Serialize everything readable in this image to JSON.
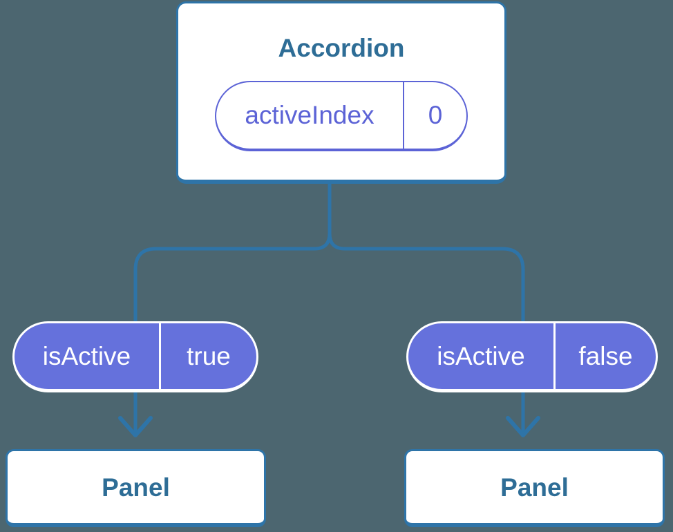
{
  "colors": {
    "background": "#4C6670",
    "connector_line": "#2E74A8",
    "box_border": "#2E74A8",
    "box_fill": "#FFFFFF",
    "box_title_text": "#2E6D96",
    "state_pill_purple": "#5C63D6",
    "prop_pill_fill": "#6571DC",
    "prop_pill_text": "#FFFFFF"
  },
  "accordion": {
    "title": "Accordion",
    "state": {
      "name": "activeIndex",
      "value": "0"
    }
  },
  "branches": [
    {
      "prop_name": "isActive",
      "prop_value": "true",
      "panel_label": "Panel"
    },
    {
      "prop_name": "isActive",
      "prop_value": "false",
      "panel_label": "Panel"
    }
  ]
}
